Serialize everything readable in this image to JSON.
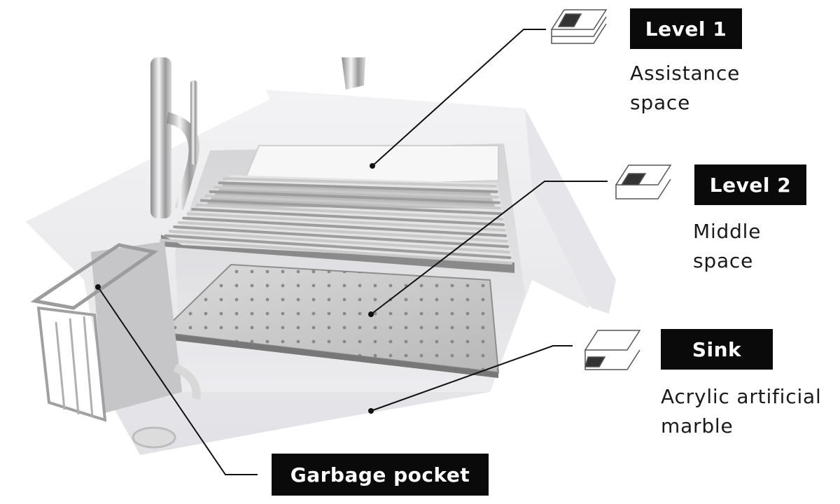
{
  "callouts": [
    {
      "tag": "Level 1",
      "desc": "Assistance\nspace"
    },
    {
      "tag": "Level 2",
      "desc": "Middle\nspace"
    },
    {
      "tag": "Sink",
      "desc": "Acrylic artificial\nmarble"
    },
    {
      "tag": "Garbage pocket"
    }
  ],
  "colors": {
    "tag_bg": "#0a0a0a",
    "tag_text": "#ffffff",
    "leader": "#111111"
  }
}
